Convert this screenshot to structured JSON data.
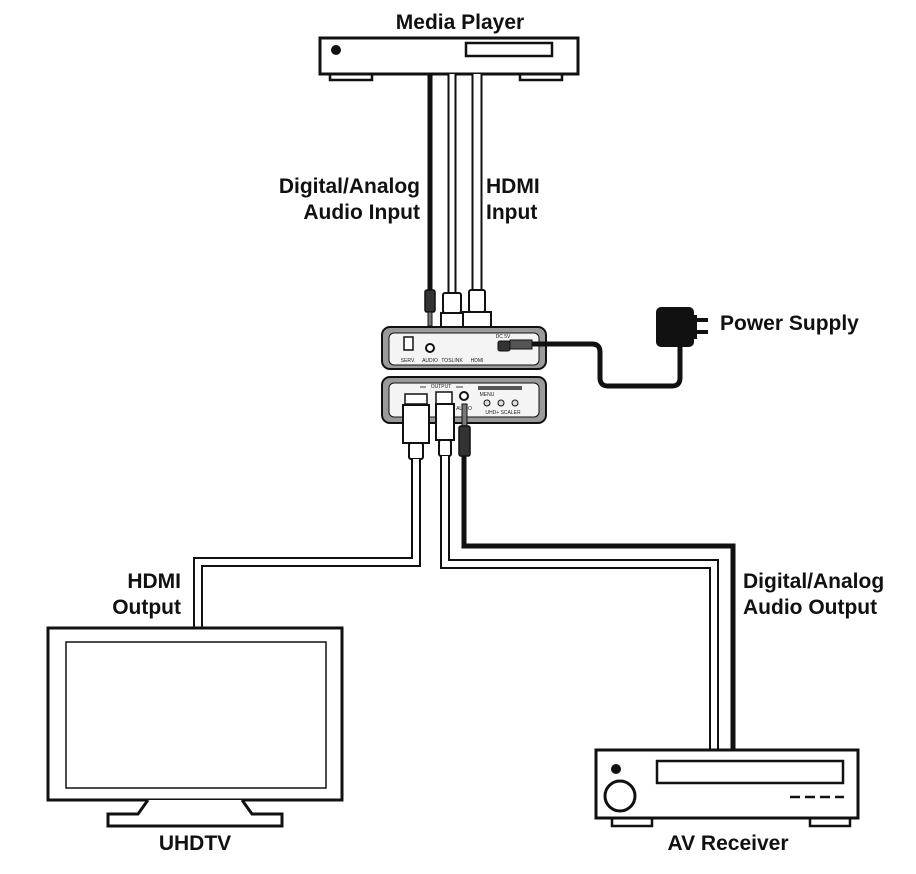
{
  "devices": {
    "media_player": "Media Player",
    "uhdtv": "UHDTV",
    "av_receiver": "AV Receiver",
    "power_supply": "Power Supply"
  },
  "connections": {
    "audio_input": [
      "Digital/Analog",
      "Audio Input"
    ],
    "hdmi_input": [
      "HDMI",
      "Input"
    ],
    "hdmi_output": [
      "HDMI",
      "Output"
    ],
    "audio_output": [
      "Digital/Analog",
      "Audio Output"
    ]
  },
  "panel": {
    "serv": "SERV.",
    "audio": "AUDIO",
    "toslink": "TOSLINK",
    "hdmi": "HDMI",
    "dc": "DC 5V",
    "output": "OUTPUT",
    "audio_out": "AUDIO",
    "menu": "MENU",
    "scaler": "UHD+ SCALER"
  }
}
